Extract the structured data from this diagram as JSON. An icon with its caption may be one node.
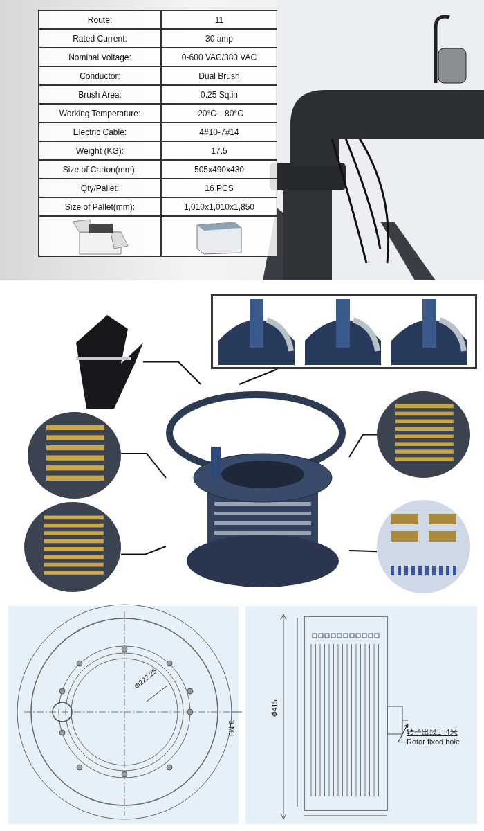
{
  "diagram": {
    "nodes": [
      {
        "text": [],
        "shape": "picture"
      },
      {
        "text": [],
        "shape": "box"
      },
      {
        "text": [],
        "shape": "picture"
      },
      {
        "text": [],
        "shape": "picture"
      },
      {
        "text": [],
        "shape": "picture"
      },
      {
        "text": [],
        "shape": "picture"
      },
      {
        "text": [],
        "shape": "picture"
      },
      {
        "text": [
          "转子出线L=4米",
          "Rotor fixod hole"
        ]
      },
      {
        "text": [],
        "shape": "picture"
      }
    ],
    "edges": [
      {
        "from": 0,
        "to": 2,
        "arrow": "none"
      },
      {
        "from": 1,
        "to": 2,
        "arrow": "none"
      },
      {
        "from": 3,
        "to": 2,
        "arrow": "none"
      },
      {
        "from": 4,
        "to": 2,
        "arrow": "none"
      },
      {
        "from": 5,
        "to": 2,
        "arrow": "none"
      },
      {
        "from": 6,
        "to": 2,
        "arrow": "none"
      },
      {
        "from": 7,
        "to": 8,
        "arrow": "to"
      }
    ],
    "labels": [
      "Route:",
      "11",
      "Rated Current:",
      "30 amp",
      "Nominal Voltage:",
      "0-600 VAC/380 VAC",
      "Conductor:",
      "Dual Brush",
      "Brush Area:",
      "0.25 Sq.in",
      "Working Temperature:",
      "-20°C—80°C",
      "Electric Cable:",
      "4#10-7#14",
      "Weight (KG):",
      "17.5",
      "Size of Carton(mm):",
      "505x490x430",
      "Qty/Pallet:",
      "16 PCS",
      "Size of Pallet(mm):",
      "1,010x1,010x1,850",
      "Φ222.25",
      "3-M8",
      "Φ415"
    ]
  }
}
